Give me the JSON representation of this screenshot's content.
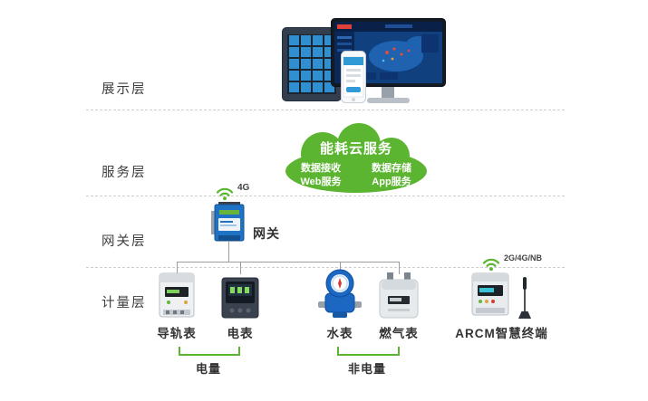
{
  "layers": [
    {
      "label": "展示层"
    },
    {
      "label": "服务层"
    },
    {
      "label": "网关层"
    },
    {
      "label": "计量层"
    }
  ],
  "cloud": {
    "title": "能耗云服务",
    "items": [
      {
        "label": "数据接收"
      },
      {
        "label": "数据存储"
      },
      {
        "label": "Web服务"
      },
      {
        "label": "App服务"
      }
    ]
  },
  "gateway": {
    "label": "网关",
    "wireless_label": "4G"
  },
  "meters": [
    {
      "label": "导轨表"
    },
    {
      "label": "电表"
    },
    {
      "label": "水表"
    },
    {
      "label": "燃气表"
    }
  ],
  "terminal": {
    "label": "ARCM智慧终端",
    "wireless_label": "2G/4G/NB"
  },
  "groups": [
    {
      "label": "电量"
    },
    {
      "label": "非电量"
    }
  ],
  "icons": {
    "cloud": "cloud-icon",
    "gateway_wireless": "wifi-icon",
    "terminal_wireless": "wifi-icon",
    "terminal_antenna": "antenna-icon"
  },
  "colors": {
    "accent_green": "#5CB531",
    "gateway_blue": "#1F72C4",
    "water_blue": "#1B67C2",
    "line_gray": "#9C9C9C",
    "separator_gray": "#CFCFCF"
  }
}
